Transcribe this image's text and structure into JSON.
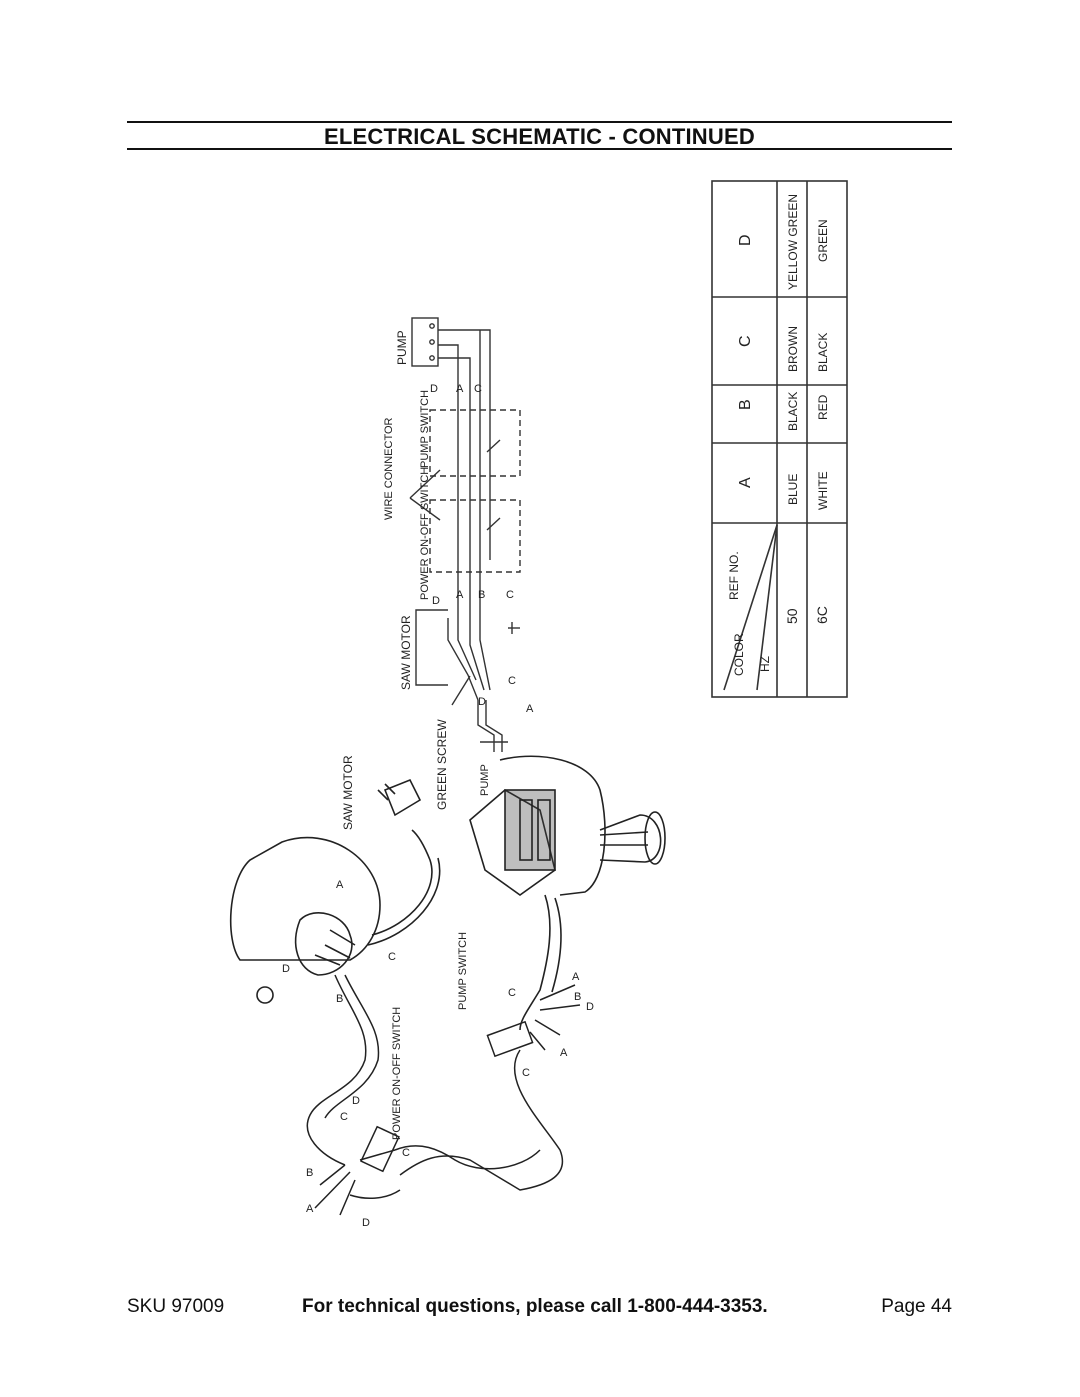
{
  "title": "ELECTRICAL SCHEMATIC - CONTINUED",
  "footer": {
    "sku": "SKU 97009",
    "tech": "For technical questions, please call 1-800-444-3353.",
    "page": "Page 44"
  },
  "color_table": {
    "corner_top": "REF NO.",
    "corner_mid": "COLOR",
    "corner_low": "HZ",
    "columns": [
      "A",
      "B",
      "C",
      "D"
    ],
    "rows": [
      {
        "hz": "50",
        "values": [
          "BLUE",
          "BLACK",
          "BROWN",
          "YELLOW GREEN"
        ]
      },
      {
        "hz": "6C",
        "values": [
          "WHITE",
          "RED",
          "BLACK",
          "GREEN"
        ]
      }
    ]
  },
  "schematic_labels": {
    "pump": "PUMP",
    "pump_switch": "PUMP SWITCH",
    "wire_connector": "WIRE CONNECTOR",
    "power_switch": "POWER ON-OFF SWITCH",
    "saw_motor": "SAW MOTOR",
    "green_screw": "GREEN SCREW",
    "pump_plug": "PUMP"
  },
  "pictorial_labels": {
    "saw_motor": "SAW MOTOR",
    "pump_switch": "PUMP SWITCH",
    "power_switch": "POWER ON-OFF SWITCH"
  },
  "wire_letters": {
    "a": "A",
    "b": "B",
    "c": "C",
    "d": "D"
  }
}
